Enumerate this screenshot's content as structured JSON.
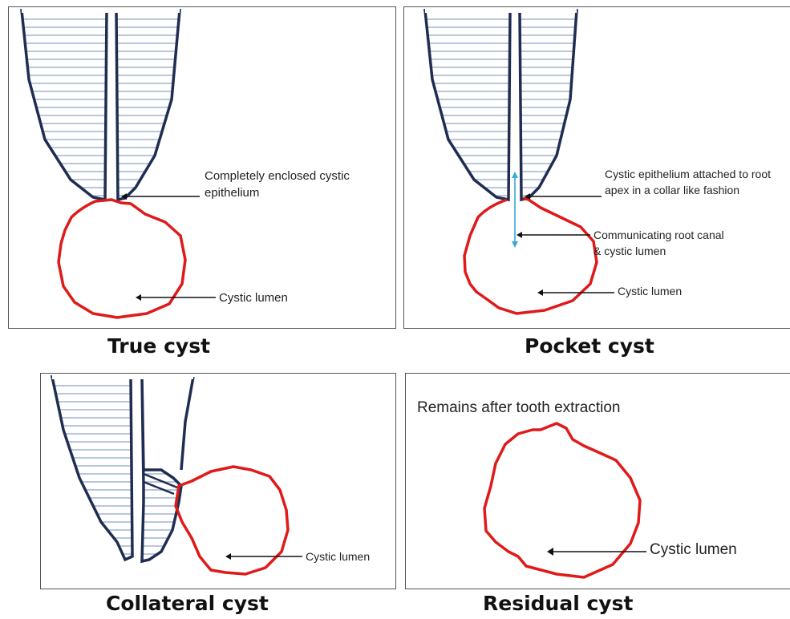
{
  "colors": {
    "tooth_outline": "#1f2d52",
    "dentin_hatch": "#8aa0c4",
    "cyst_wall": "#e01919",
    "canal_arrow": "#3aa9d8",
    "pointer": "#111111"
  },
  "panels": {
    "true_cyst": {
      "caption": "True cyst",
      "label_epithelium": "Completely enclosed cystic epithelium",
      "label_lumen": "Cystic lumen"
    },
    "pocket_cyst": {
      "caption": "Pocket cyst",
      "label_epithelium": "Cystic epithelium attached to root apex in a collar like fashion",
      "label_canal": "Communicating root canal & cystic lumen",
      "label_lumen": "Cystic lumen"
    },
    "collateral_cyst": {
      "caption": "Collateral cyst",
      "label_lumen": "Cystic lumen"
    },
    "residual_cyst": {
      "caption": "Residual cyst",
      "label_top": "Remains after tooth extraction",
      "label_lumen": "Cystic lumen"
    }
  }
}
